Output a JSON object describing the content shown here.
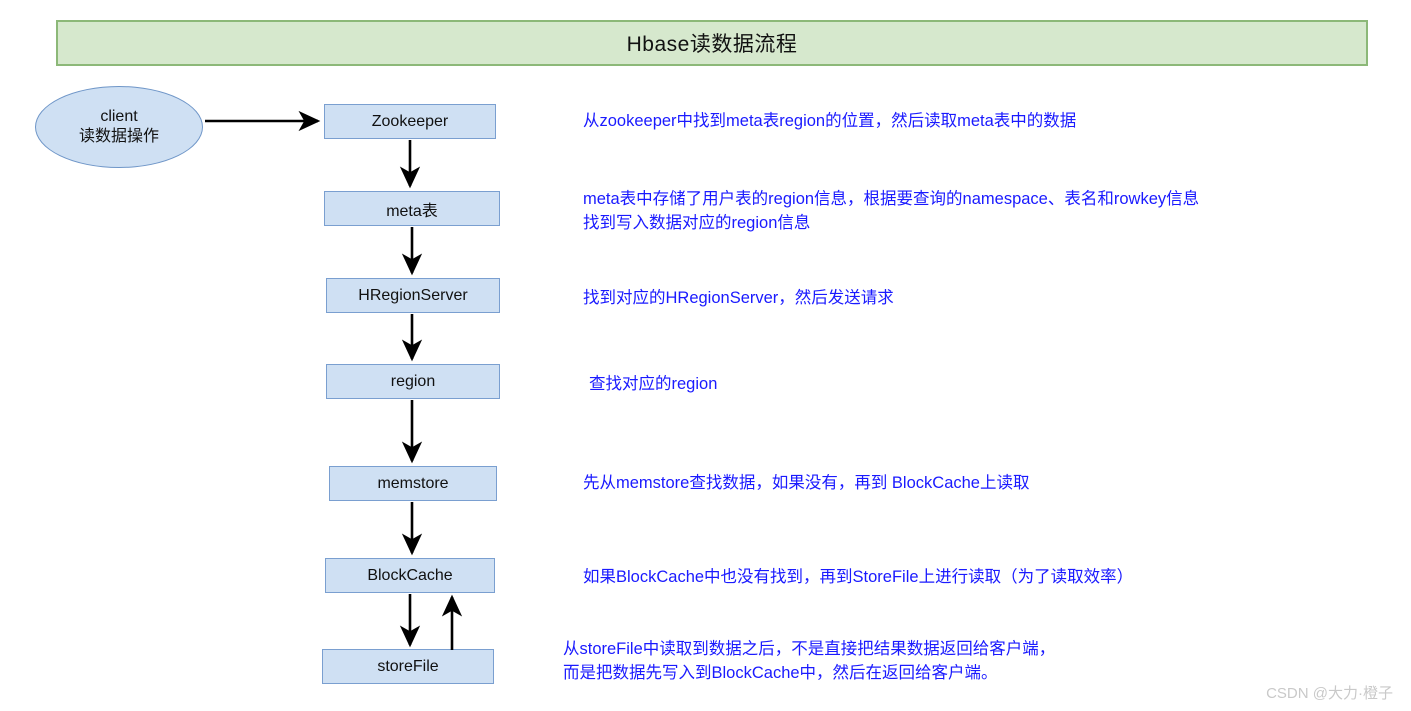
{
  "title": {
    "text": "Hbase读数据流程"
  },
  "client": {
    "line1": "client",
    "line2": "读数据操作"
  },
  "nodes": [
    {
      "id": "zookeeper",
      "label": "Zookeeper"
    },
    {
      "id": "meta",
      "label": "meta表"
    },
    {
      "id": "hregion",
      "label": "HRegionServer"
    },
    {
      "id": "region",
      "label": "region"
    },
    {
      "id": "memstore",
      "label": "memstore"
    },
    {
      "id": "blockcache",
      "label": "BlockCache"
    },
    {
      "id": "storefile",
      "label": "storeFile"
    }
  ],
  "annotations": [
    {
      "id": "annot-zookeeper",
      "text": "从zookeeper中找到meta表region的位置，然后读取meta表中的数据"
    },
    {
      "id": "annot-meta",
      "text": "meta表中存储了用户表的region信息，根据要查询的namespace、表名和rowkey信息\n找到写入数据对应的region信息"
    },
    {
      "id": "annot-hregion",
      "text": "找到对应的HRegionServer，然后发送请求"
    },
    {
      "id": "annot-region",
      "text": "查找对应的region"
    },
    {
      "id": "annot-memstore",
      "text": "先从memstore查找数据，如果没有，再到 BlockCache上读取"
    },
    {
      "id": "annot-blockcache",
      "text": "如果BlockCache中也没有找到，再到StoreFile上进行读取（为了读取效率）"
    },
    {
      "id": "annot-storefile",
      "text": "从storeFile中读取到数据之后，不是直接把结果数据返回给客户端，\n而是把数据先写入到BlockCache中，然后在返回给客户端。"
    }
  ],
  "watermark": {
    "text": "CSDN @大力·橙子"
  },
  "colors": {
    "title_fill": "#d6e8cd",
    "title_border": "#8cb878",
    "node_fill": "#cfe0f3",
    "node_border": "#7a9fd0",
    "annotation_text": "#1a1aff",
    "arrow": "#000000"
  }
}
